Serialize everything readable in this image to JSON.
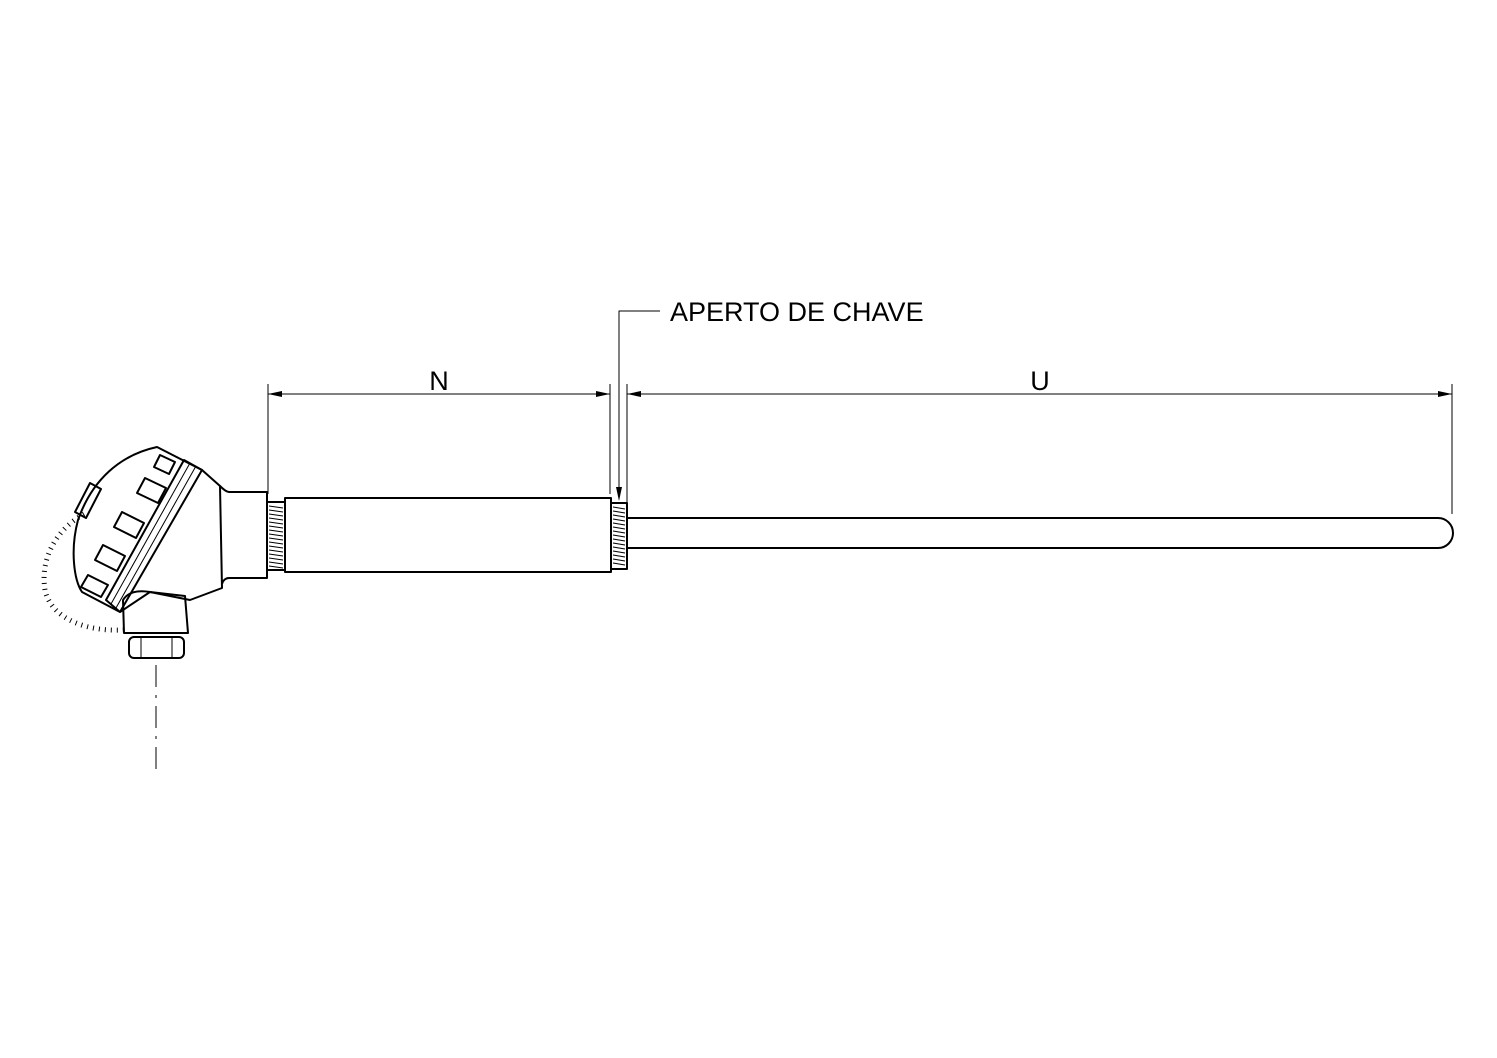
{
  "diagram": {
    "labels": {
      "wrench_tightening": "APERTO DE CHAVE",
      "dimension_n": "N",
      "dimension_u": "U"
    },
    "colors": {
      "line": "#000000",
      "background": "#ffffff"
    }
  }
}
